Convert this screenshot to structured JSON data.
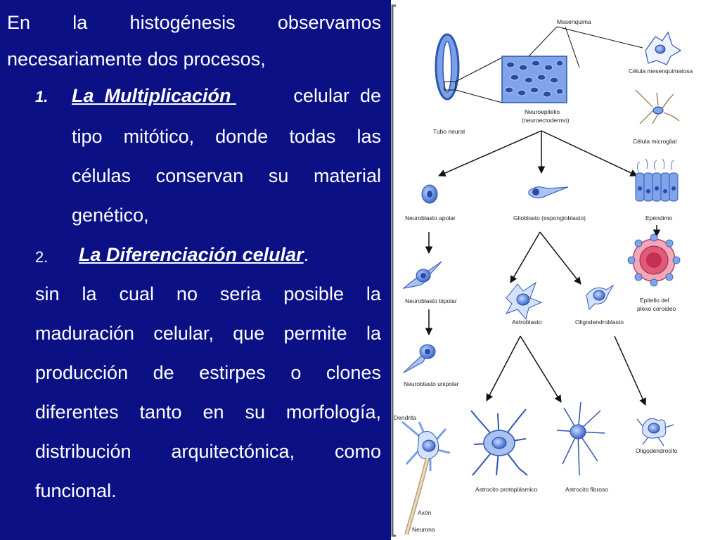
{
  "intro": {
    "line1_words": [
      "En",
      "la",
      "histogénesis",
      "observamos"
    ],
    "line2": "necesariamente dos procesos,"
  },
  "item1": {
    "number": "1.",
    "title": "La  Multiplicación ",
    "line1_rest": "celular  de",
    "line2_words": [
      "tipo",
      "mitótico,",
      "donde",
      "todas",
      "las"
    ],
    "line3_words": [
      "células",
      "conservan",
      "su",
      "material"
    ],
    "line4": "genético,"
  },
  "item2": {
    "number": "2.",
    "title": "La Diferenciación celular",
    "tail": "."
  },
  "paragraph": {
    "line1_words": [
      "sin",
      "la",
      "cual",
      "no",
      "seria",
      "posible",
      "la"
    ],
    "line2_words": [
      "maduración",
      "celular,",
      "que",
      "permite",
      "la"
    ],
    "line3_words": [
      "producción",
      "de",
      "estirpes",
      "o",
      "clones"
    ],
    "line4_words": [
      "diferentes",
      "tanto",
      "en",
      "su",
      "morfología,"
    ],
    "line5_words": [
      "distribución",
      "arquitectónica,",
      "como"
    ],
    "line6": "funcional."
  },
  "diagram": {
    "labels": {
      "mesenquima": "Mesénquima",
      "celula_mesenquimatosa": "Célula mesenquimatosa",
      "tubo_neural": "Tubo neural",
      "neuroepitelio": "Neuroepitelio",
      "neuroectodermo": "(neuroectodermo)",
      "celula_microglial": "Célula microglial",
      "neuroblasto_apolar": "Neuroblasto apolar",
      "glioblasto": "Glioblasto (espongioblasto)",
      "ependimo": "Epéndimo",
      "neuroblasto_bipolar": "Neuroblasto bipolar",
      "astroblasto": "Astroblasto",
      "oligodendroblasto": "Oligodendroblasto",
      "epitelio_plexo_1": "Epitelio del",
      "epitelio_plexo_2": "plexo coroideo",
      "neuroblasto_unipolar": "Neuroblasto unipolar",
      "dendrita": "Dendrita",
      "astrocito_protoplasmico": "Astrocito protoplásmico",
      "astrocito_fibroso": "Astrocito fibroso",
      "oligodendrocito": "Oligodendrocito",
      "axon": "Axón",
      "neurona": "Neurona"
    }
  },
  "colors": {
    "background": "#0b1185",
    "text": "#ffffff",
    "cell_blue": "#5f86d6",
    "nucleus": "#2a4aa8",
    "bracket": "#6b6b6b"
  }
}
